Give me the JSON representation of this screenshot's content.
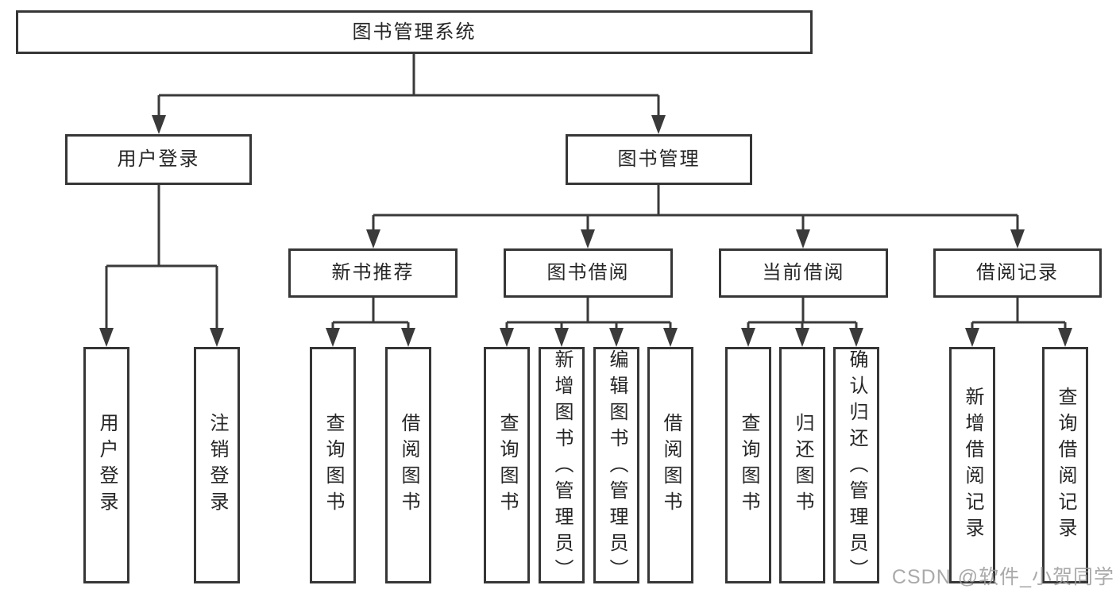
{
  "diagram": {
    "root": {
      "label": "图书管理系统"
    },
    "branches": [
      {
        "label": "用户登录",
        "children": [
          {
            "label": "用户登录"
          },
          {
            "label": "注销登录"
          }
        ]
      },
      {
        "label": "图书管理",
        "children": [
          {
            "label": "新书推荐",
            "children": [
              {
                "label": "查询图书"
              },
              {
                "label": "借阅图书"
              }
            ]
          },
          {
            "label": "图书借阅",
            "children": [
              {
                "label": "查询图书"
              },
              {
                "label": "新增图书（管理员）"
              },
              {
                "label": "编辑图书（管理员）"
              },
              {
                "label": "借阅图书"
              }
            ]
          },
          {
            "label": "当前借阅",
            "children": [
              {
                "label": "查询图书"
              },
              {
                "label": "归还图书"
              },
              {
                "label": "确认归还（管理员）"
              }
            ]
          },
          {
            "label": "借阅记录",
            "children": [
              {
                "label": "新增借阅记录"
              },
              {
                "label": "查询借阅记录"
              }
            ]
          }
        ]
      }
    ]
  },
  "watermark": {
    "text": "CSDN @软件_小贺同学"
  },
  "colors": {
    "line": "#3a3a3a",
    "box_border": "#363636",
    "box_background": "#ffffff",
    "text": "#262626",
    "watermark": "#9c9c9c",
    "background": "#ffffff"
  }
}
